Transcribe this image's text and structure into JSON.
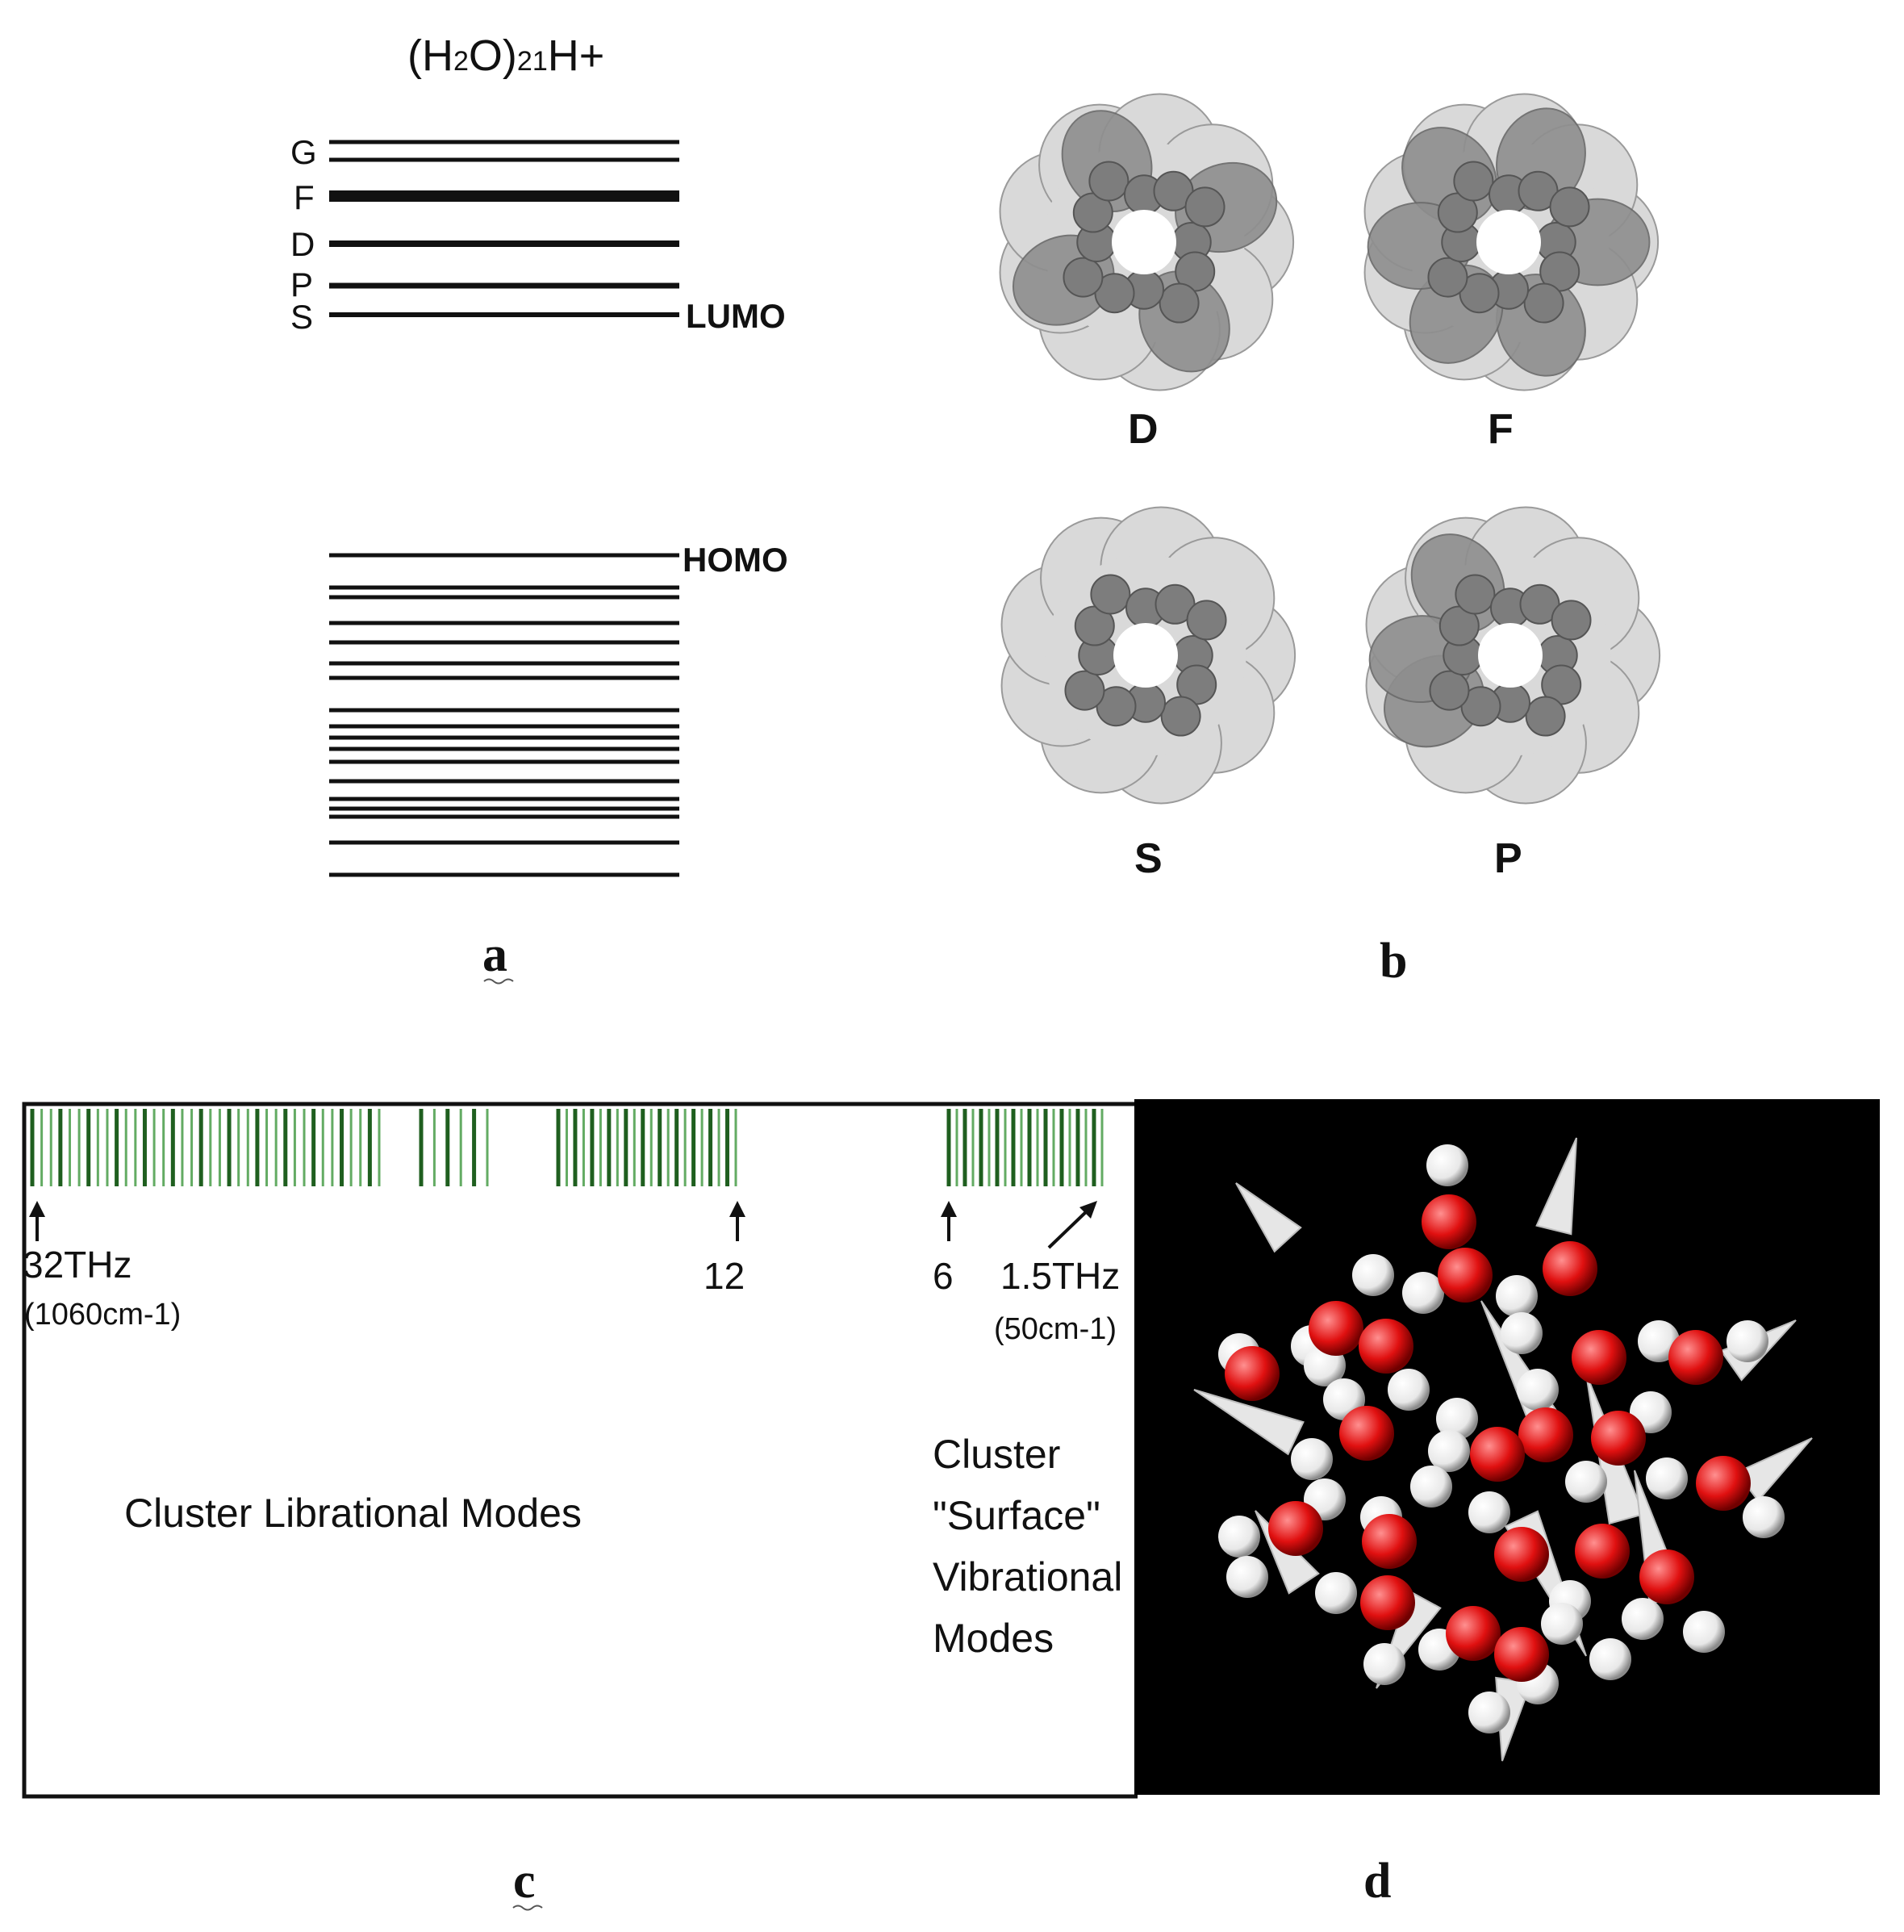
{
  "panel_a": {
    "title_parts": [
      "(H",
      "2",
      "O)",
      "21",
      "H+"
    ],
    "upper_level_labels": [
      "G",
      "F",
      "D",
      "P",
      "S"
    ],
    "lumo_label": "LUMO",
    "homo_label": "HOMO",
    "letter": "a"
  },
  "panel_b": {
    "orbitals": [
      {
        "label": "D",
        "shape": "d-orbital"
      },
      {
        "label": "F",
        "shape": "f-orbital"
      },
      {
        "label": "S",
        "shape": "s-orbital"
      },
      {
        "label": "P",
        "shape": "p-orbital"
      }
    ],
    "letter": "b"
  },
  "panel_c": {
    "markers": [
      {
        "label": "32THz",
        "sub": "(1060cm-1)"
      },
      {
        "label": "12",
        "sub": ""
      },
      {
        "label": "6",
        "sub": ""
      },
      {
        "label": "1.5THz",
        "sub": "(50cm-1)"
      }
    ],
    "librational_label": "Cluster Librational Modes",
    "surface_label_lines": [
      "Cluster",
      "\"Surface\"",
      "Vibrational",
      "Modes"
    ],
    "line_color": "#2f8f2f",
    "letter": "c"
  },
  "panel_d": {
    "background": "#000000",
    "oxygen_color": "#e01010",
    "hydrogen_color": "#e8e8e8",
    "letter": "d"
  }
}
